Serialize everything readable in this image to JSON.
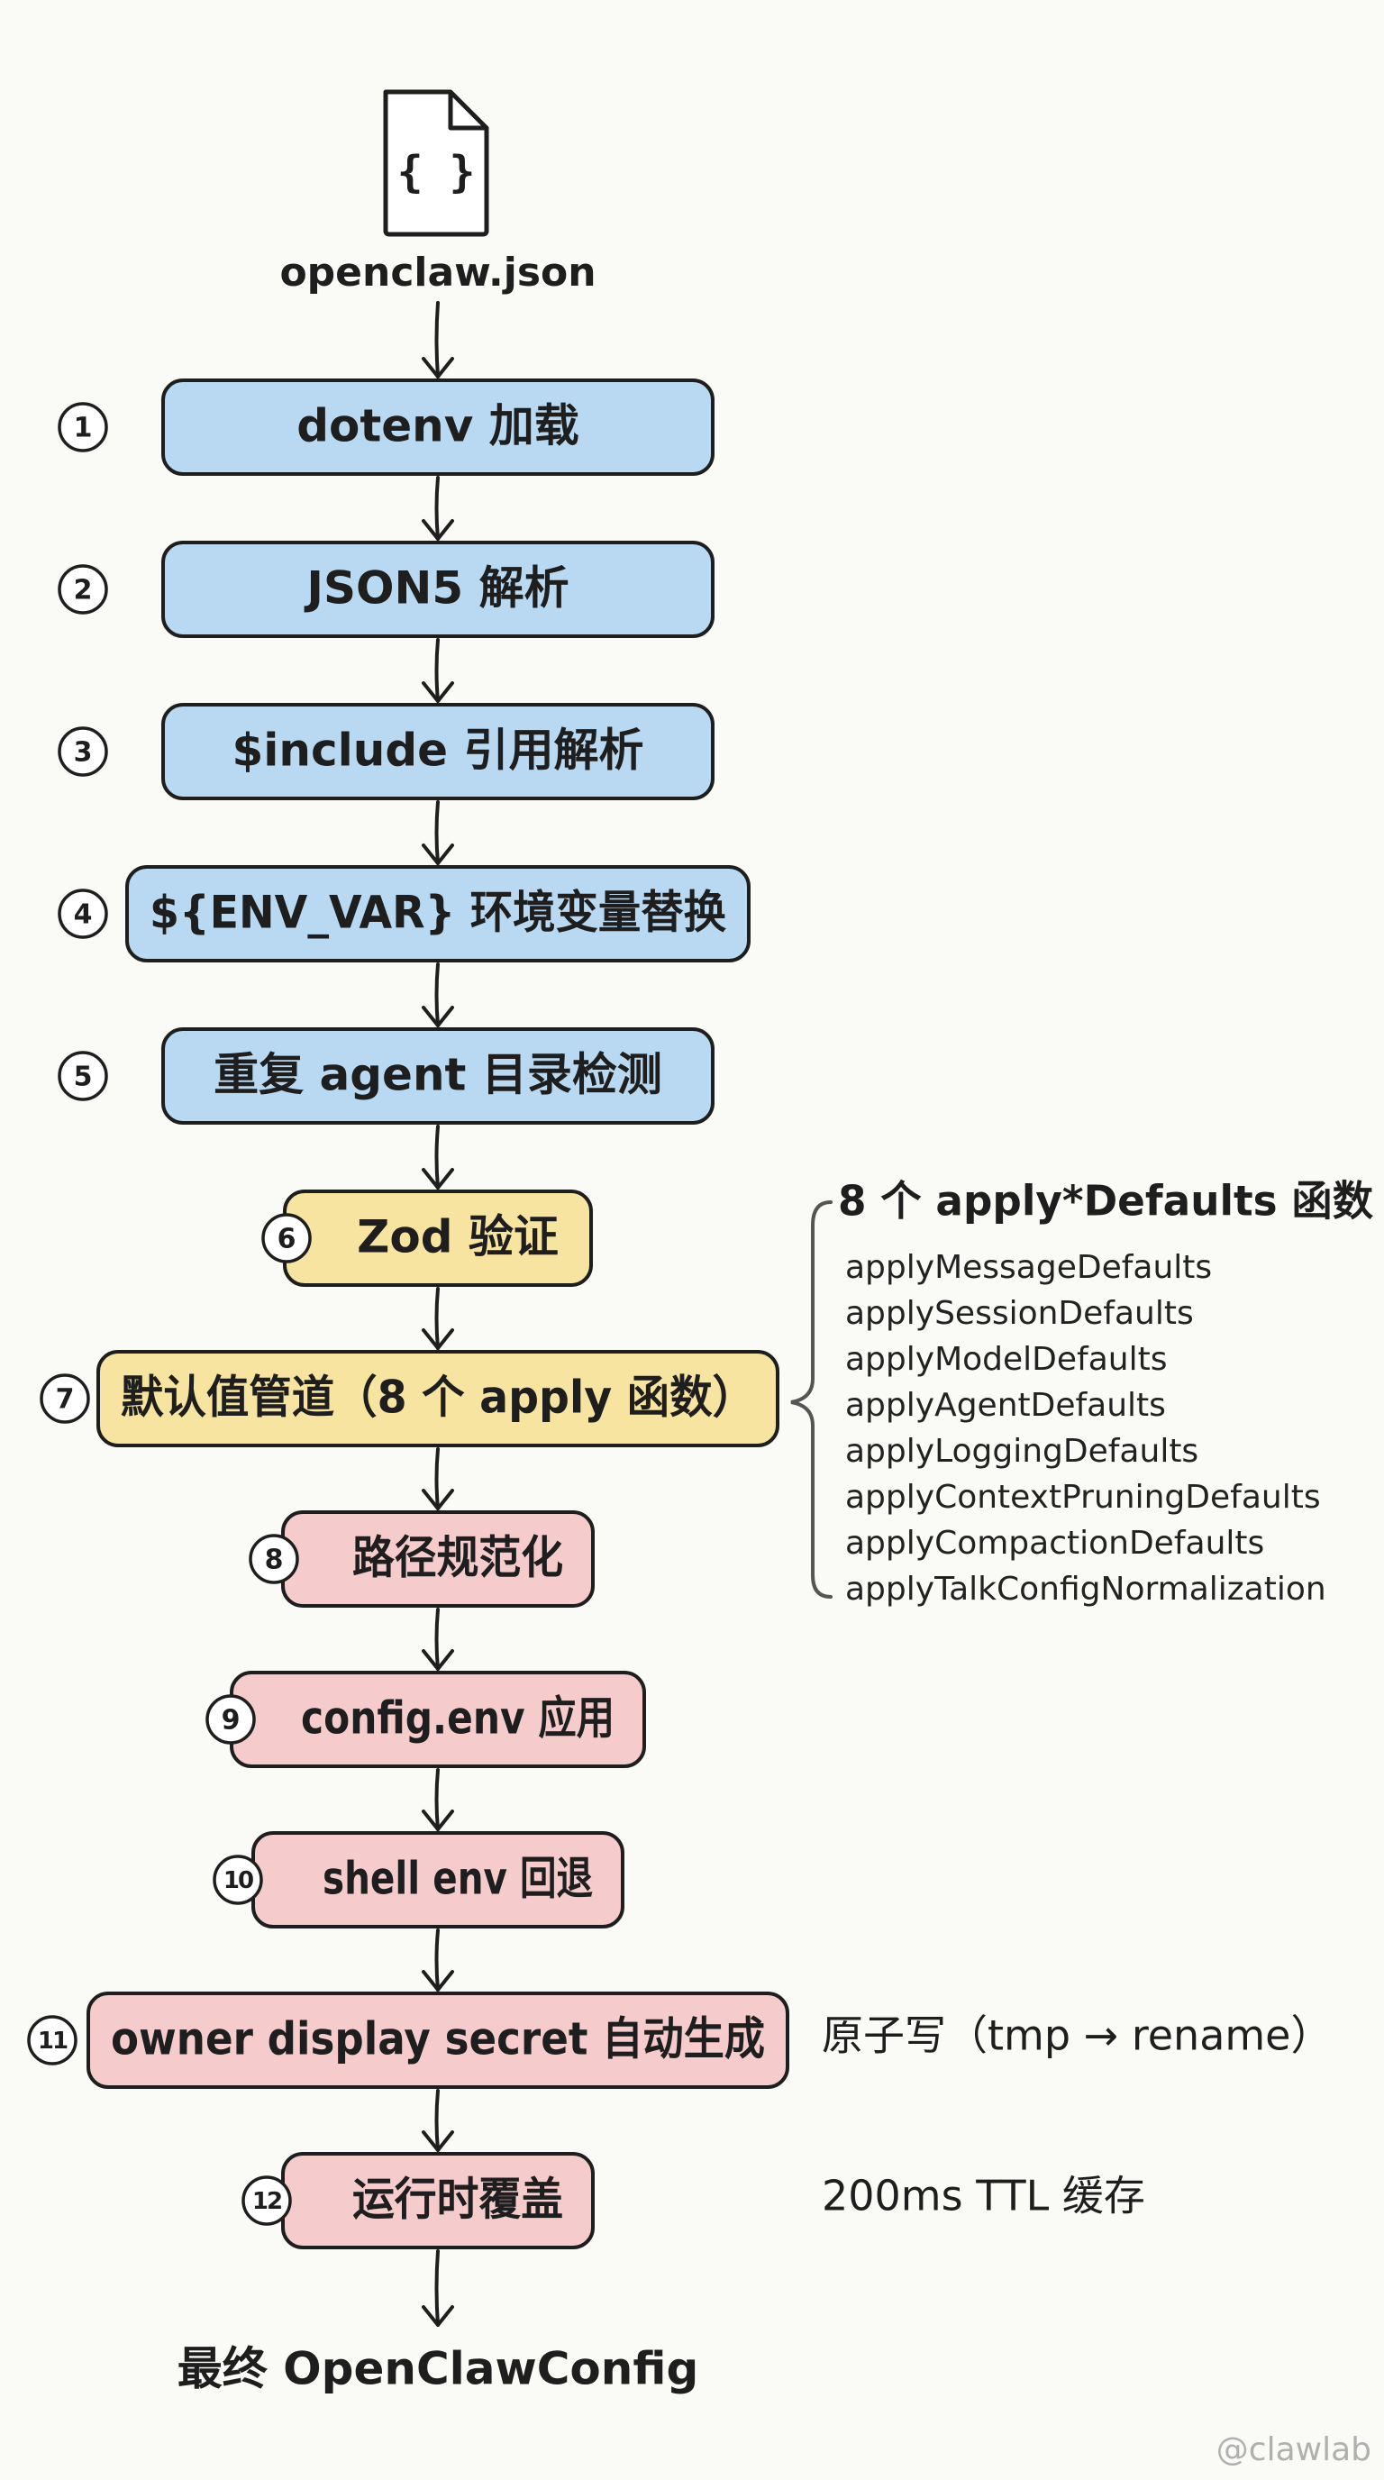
{
  "source": {
    "filename": "openclaw.json",
    "icon": "json-file-icon",
    "icon_glyph": "{ }"
  },
  "steps": [
    {
      "num": "1",
      "label": "dotenv 加载",
      "color": "blue"
    },
    {
      "num": "2",
      "label": "JSON5 解析",
      "color": "blue"
    },
    {
      "num": "3",
      "label": "$include 引用解析",
      "color": "blue"
    },
    {
      "num": "4",
      "label": "${ENV_VAR} 环境变量替换",
      "color": "blue"
    },
    {
      "num": "5",
      "label": "重复 agent 目录检测",
      "color": "blue"
    },
    {
      "num": "6",
      "label": "Zod 验证",
      "color": "yellow"
    },
    {
      "num": "7",
      "label": "默认值管道（8 个 apply 函数）",
      "color": "yellow"
    },
    {
      "num": "8",
      "label": "路径规范化",
      "color": "pink"
    },
    {
      "num": "9",
      "label": "config.env 应用",
      "color": "pink"
    },
    {
      "num": "10",
      "label": "shell env 回退",
      "color": "pink"
    },
    {
      "num": "11",
      "label": "owner display secret 自动生成",
      "color": "pink"
    },
    {
      "num": "12",
      "label": "运行时覆盖",
      "color": "pink"
    }
  ],
  "defaults_group": {
    "title": "8 个 apply*Defaults 函数",
    "functions": [
      "applyMessageDefaults",
      "applySessionDefaults",
      "applyModelDefaults",
      "applyAgentDefaults",
      "applyLoggingDefaults",
      "applyContextPruningDefaults",
      "applyCompactionDefaults",
      "applyTalkConfigNormalization"
    ]
  },
  "notes": {
    "step11": "原子写（tmp → rename）",
    "step12": "200ms TTL 缓存"
  },
  "result": "最终 OpenClawConfig",
  "watermark": "@clawlab",
  "colors": {
    "blue": {
      "fill": "#b9d9f2",
      "stroke": "#1e1e1e"
    },
    "yellow": {
      "fill": "#f7e4a0",
      "stroke": "#1e1e1e"
    },
    "pink": {
      "fill": "#f5cccb",
      "stroke": "#1e1e1e"
    },
    "badge": "#ffffff",
    "arrow": "#1e1e1e"
  }
}
